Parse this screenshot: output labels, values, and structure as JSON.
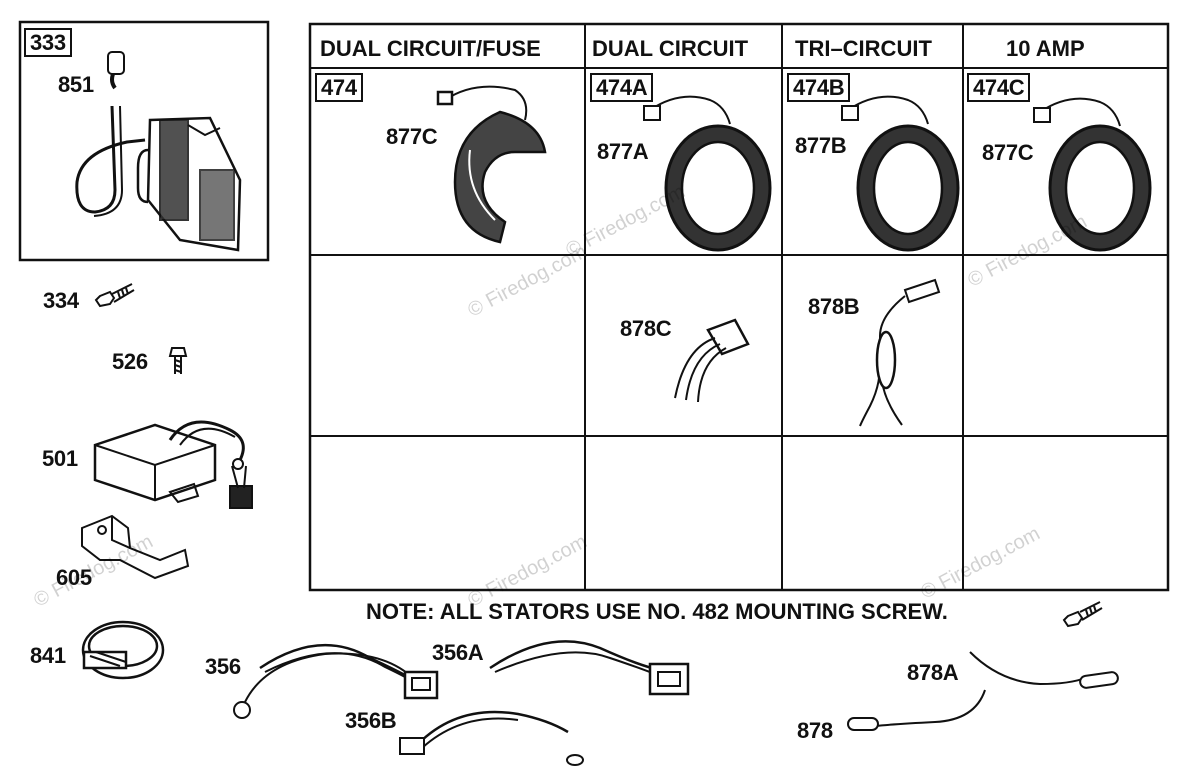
{
  "diagram": {
    "kit_box_label": "333",
    "columns": [
      {
        "header": "DUAL CIRCUIT/FUSE",
        "kit": "474",
        "stator": "877C"
      },
      {
        "header": "DUAL CIRCUIT",
        "kit": "474A",
        "stator": "877A",
        "harness": "878C"
      },
      {
        "header": "TRI–CIRCUIT",
        "kit": "474B",
        "stator": "877B",
        "harness": "878B"
      },
      {
        "header": "10 AMP",
        "kit": "474C",
        "stator": "877C"
      }
    ],
    "parts": {
      "p851": "851",
      "p334": "334",
      "p526": "526",
      "p501": "501",
      "p605": "605",
      "p841": "841",
      "p356": "356",
      "p356a": "356A",
      "p356b": "356B",
      "p878a": "878A",
      "p878": "878"
    },
    "note": "NOTE: ALL STATORS USE NO. 482 MOUNTING SCREW.",
    "watermark": "© Firedog.com",
    "icons": [
      "ignition-coil-icon",
      "stator-ring-icon",
      "rectifier-icon",
      "hose-clamp-icon",
      "wire-harness-icon",
      "screw-icon",
      "bracket-icon"
    ]
  }
}
